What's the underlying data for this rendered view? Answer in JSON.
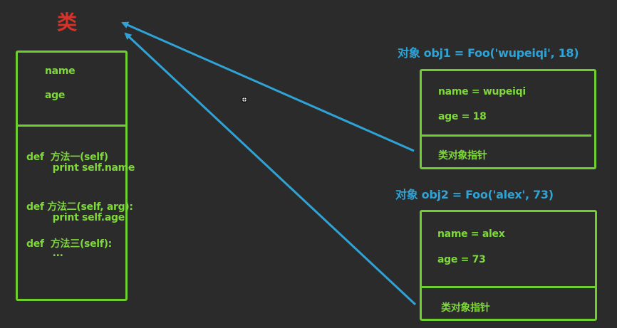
{
  "class_box": {
    "title": "类",
    "attrs": [
      "name",
      "age"
    ],
    "methods": [
      [
        "def  方法一(self)",
        "        print self.name"
      ],
      [
        "def 方法二(self, arg):",
        "        print self.age"
      ],
      [
        "def  方法三(self):",
        "        ..."
      ]
    ]
  },
  "objects": [
    {
      "title": "对象 obj1 = Foo('wupeiqi', 18)",
      "fields": [
        "name = wupeiqi",
        "age = 18"
      ],
      "pointer": "类对象指针"
    },
    {
      "title": "对象 obj2 = Foo('alex', 73)",
      "fields": [
        "name = alex",
        "age = 73"
      ],
      "pointer": "类对象指针"
    }
  ],
  "colors": {
    "background": "#2b2b2b",
    "box_border": "#6fcf2f",
    "text_green": "#7ed83a",
    "arrow_blue": "#2fa3d6",
    "class_title_red": "#d8332a"
  }
}
